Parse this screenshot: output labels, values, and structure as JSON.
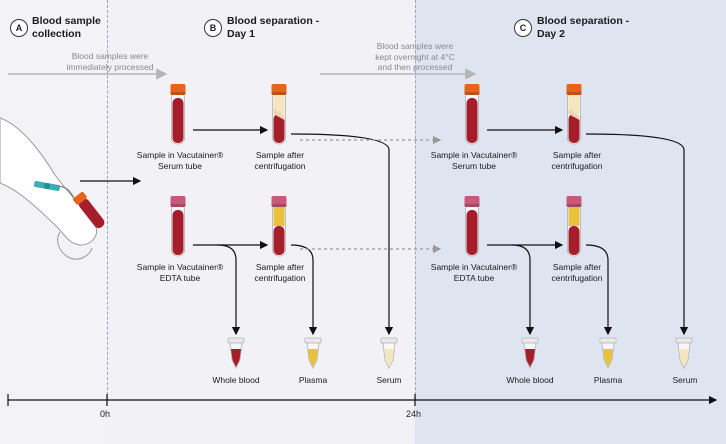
{
  "sections": {
    "a": {
      "badge": "A",
      "title": "Blood sample\ncollection"
    },
    "b": {
      "badge": "B",
      "title": "Blood separation -\nDay 1"
    },
    "c": {
      "badge": "C",
      "title": "Blood separation -\nDay 2"
    }
  },
  "notes": {
    "immediate": "Blood samples were\nimmediately processed",
    "overnight": "Blood samples were\nkept overnight at 4°C\nand then processed"
  },
  "labels": {
    "serum_tube": "Sample in Vacutainer®\nSerum tube",
    "edta_tube": "Sample in Vacutainer®\nEDTA tube",
    "after_centrifugation": "Sample after\ncentrifugation",
    "whole_blood": "Whole blood",
    "plasma": "Plasma",
    "serum": "Serum"
  },
  "timeline": {
    "t0": "0h",
    "t24": "24h"
  },
  "colors": {
    "cap": "#e8641b",
    "cap_edta": "#c9587a",
    "blood": "#a61d2b",
    "serum": "#f5e6c0",
    "plasma": "#e8c23a",
    "arrow": "#111111",
    "dashed_arrow": "#999999"
  }
}
